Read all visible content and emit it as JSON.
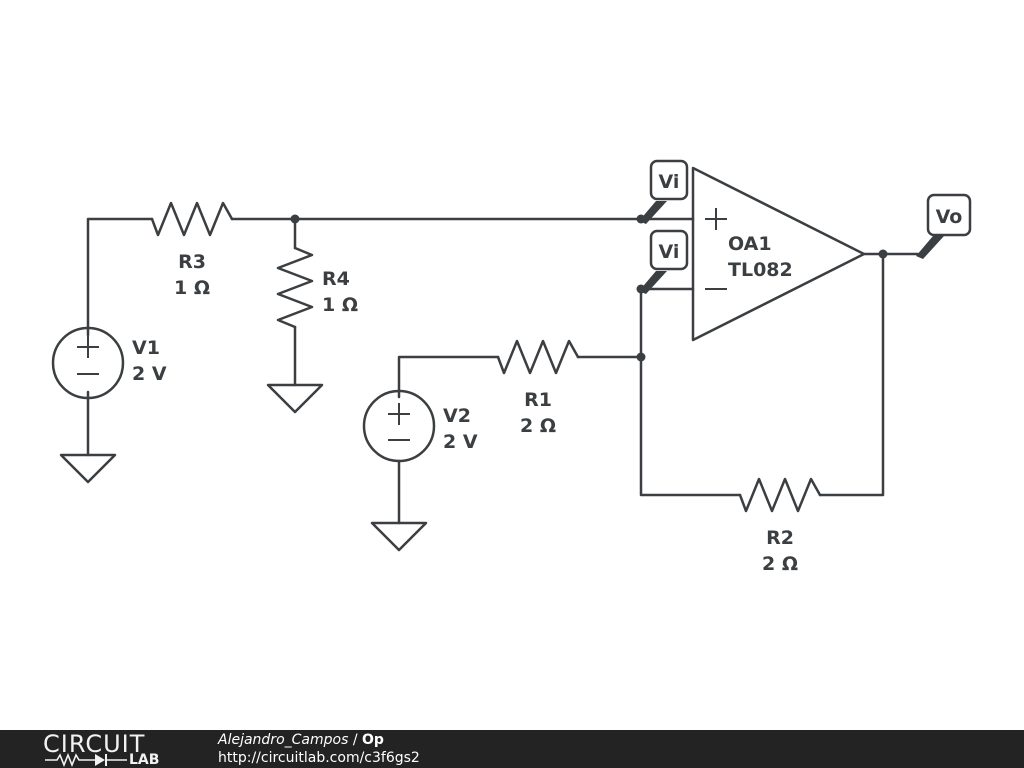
{
  "components": {
    "r3": {
      "name": "R3",
      "value": "1 Ω"
    },
    "r4": {
      "name": "R4",
      "value": "1 Ω"
    },
    "v1": {
      "name": "V1",
      "value": "2 V"
    },
    "v2": {
      "name": "V2",
      "value": "2 V"
    },
    "r1": {
      "name": "R1",
      "value": "2 Ω"
    },
    "r2": {
      "name": "R2",
      "value": "2 Ω"
    },
    "oa1": {
      "name": "OA1",
      "model": "TL082"
    }
  },
  "probes": {
    "vi_plus": "Vi",
    "vi_minus": "Vi",
    "vo": "Vo"
  },
  "footer": {
    "logo_top": "CIRCUIT",
    "logo_bottom": "LAB",
    "author": "Alejandro_Campos",
    "separator": " / ",
    "title": "Op",
    "url": "http://circuitlab.com/c3f6gs2"
  },
  "colors": {
    "wire": "#3b3f42",
    "footer_bg": "#232323",
    "footer_text": "#ffffff"
  }
}
